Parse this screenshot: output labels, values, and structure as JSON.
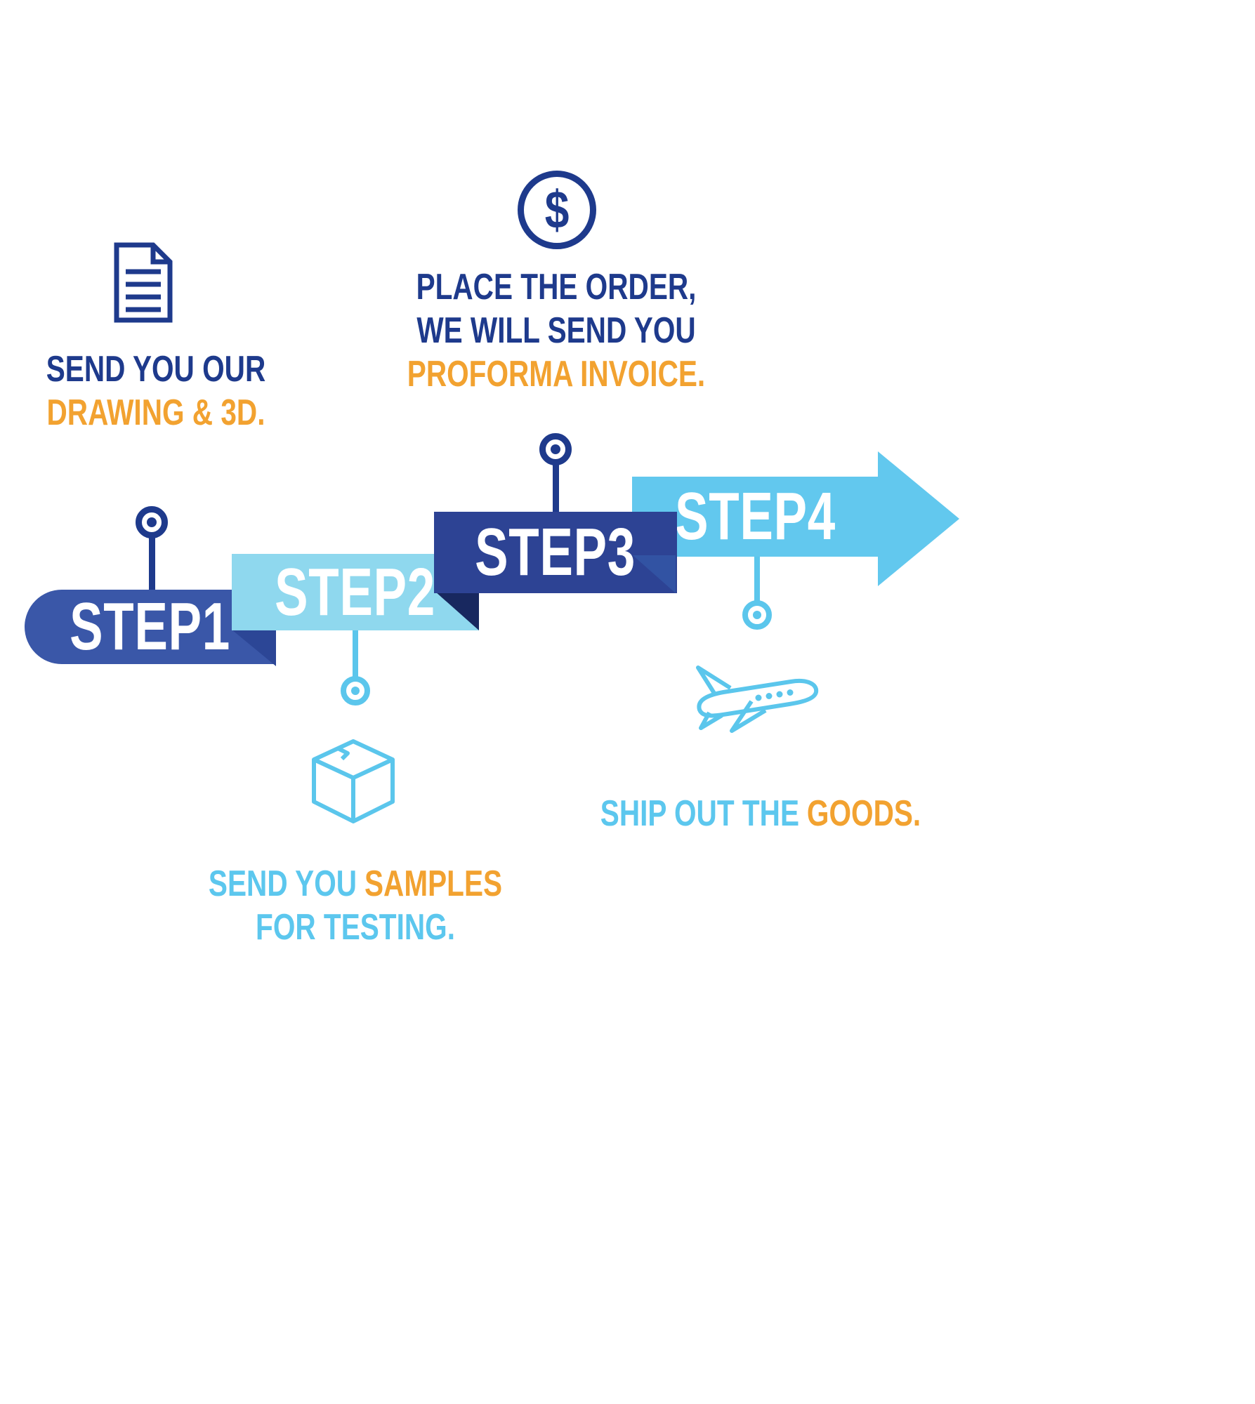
{
  "palette": {
    "navy_text": "#1e3a8c",
    "orange_text": "#f2a230",
    "sky_text": "#5cc7ee",
    "step1_fill": "#3a57a8",
    "step2_fill": "#8fd8ee",
    "step3_fill": "#2d4394",
    "step4_fill": "#62c8ee",
    "background": "#ffffff"
  },
  "steps": [
    {
      "label": "STEP1"
    },
    {
      "label": "STEP2"
    },
    {
      "label": "STEP3"
    },
    {
      "label": "STEP4"
    }
  ],
  "captions": {
    "drawing": {
      "line1": "SEND YOU OUR",
      "line2": "DRAWING & 3D."
    },
    "order": {
      "line1": "PLACE THE ORDER,",
      "line2": "WE WILL SEND YOU",
      "line3": "PROFORMA INVOICE."
    },
    "samples": {
      "line1_sky": "SEND YOU",
      "line1_orange": "SAMPLES",
      "line2": "FOR TESTING."
    },
    "ship": {
      "part_sky": "SHIP OUT THE",
      "part_orange": "GOODS."
    }
  },
  "icons": {
    "dollar_symbol": "$",
    "names": [
      "document-icon",
      "dollar-icon",
      "package-box-icon",
      "airplane-icon"
    ]
  }
}
